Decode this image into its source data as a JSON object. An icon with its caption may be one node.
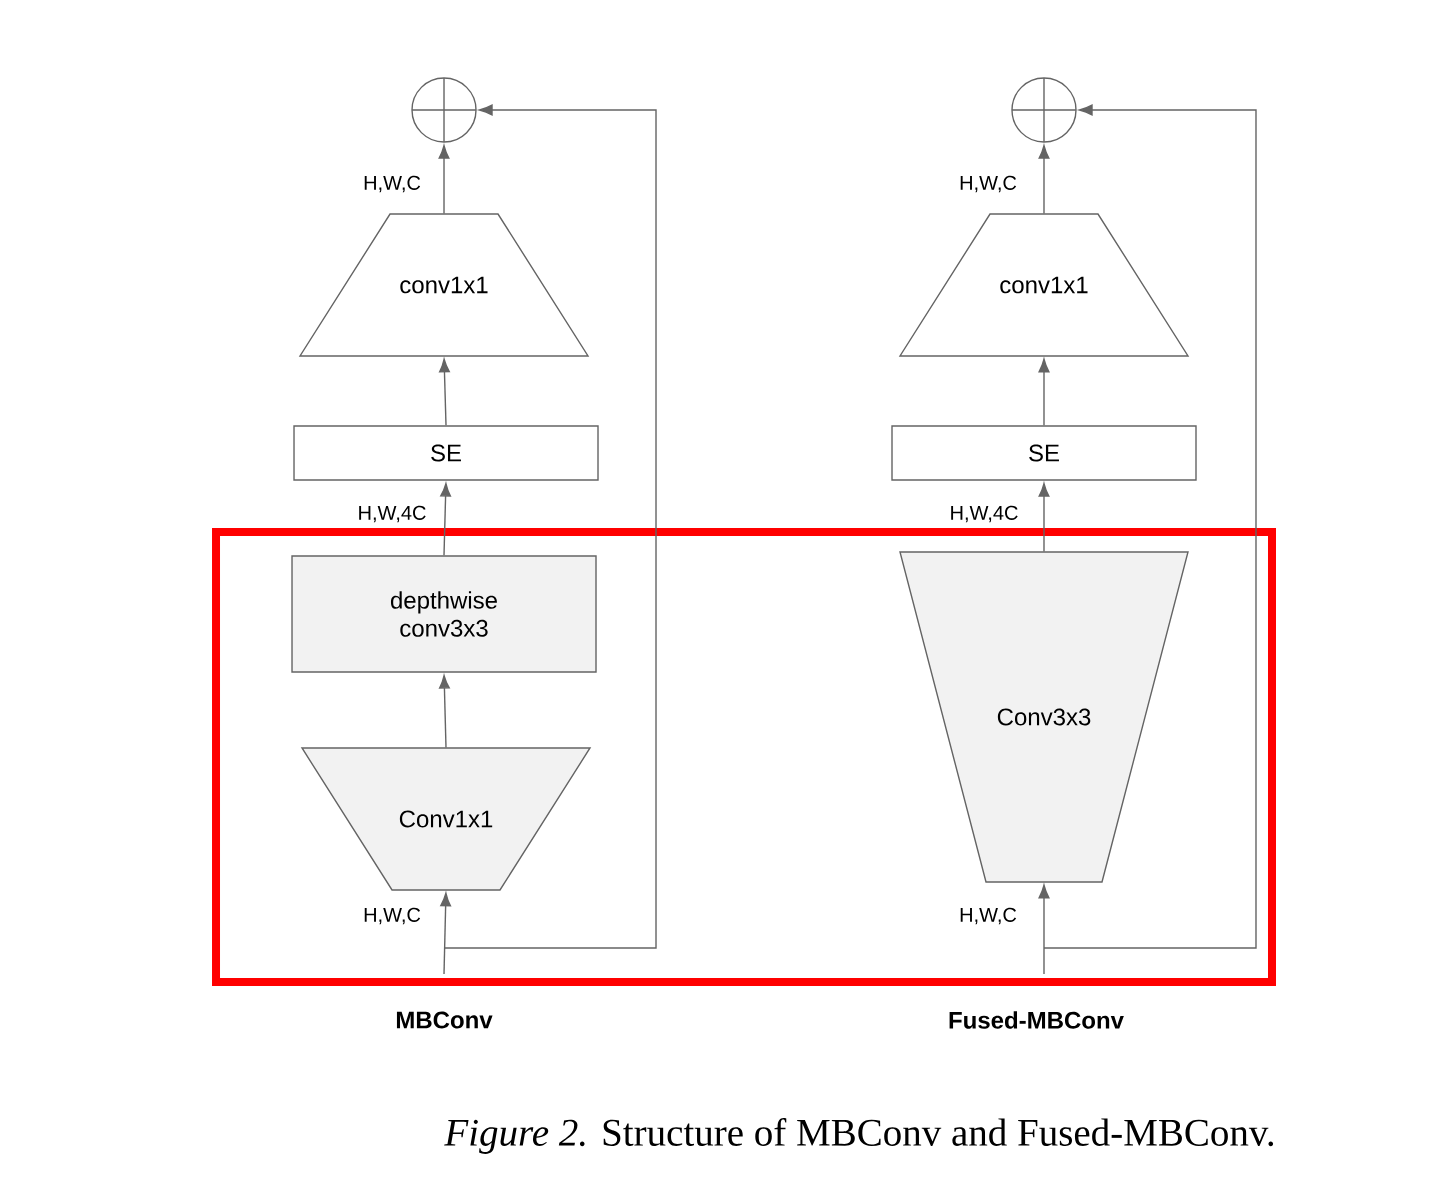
{
  "diagram": {
    "caption": "*Figure 2.* Structure of MBConv and Fused-MBConv.",
    "nodes": [
      {
        "text": [],
        "shape": "box"
      },
      {
        "text": [],
        "shape": "circle"
      },
      {
        "text": [
          "conv1x1"
        ]
      },
      {
        "text": [
          "SE"
        ]
      },
      {
        "text": [
          "depthwise conv3x3"
        ],
        "in": 0
      },
      {
        "text": [
          "Conv1x1"
        ],
        "in": 0
      },
      {
        "text": [],
        "shape": "circle"
      },
      {
        "text": [
          "conv1x1"
        ]
      },
      {
        "text": [
          "SE"
        ]
      },
      {
        "text": [
          "Conv3x3"
        ],
        "in": 0
      }
    ],
    "edges": [
      {
        "from": 2,
        "to": 1,
        "arrow": "to"
      },
      {
        "from": 3,
        "to": 2,
        "arrow": "to"
      },
      {
        "from": 4,
        "to": 3,
        "arrow": "to"
      },
      {
        "from": 5,
        "to": 4,
        "arrow": "to"
      },
      {
        "from": null,
        "to": 5,
        "arrow": "to"
      },
      {
        "from": null,
        "to": 1,
        "arrow": "to"
      },
      {
        "from": 7,
        "to": 6,
        "arrow": "to"
      },
      {
        "from": 8,
        "to": 7,
        "arrow": "to"
      },
      {
        "from": 9,
        "to": 8,
        "arrow": "to"
      },
      {
        "from": null,
        "to": 9,
        "arrow": "to"
      },
      {
        "from": null,
        "to": 6,
        "arrow": "to"
      }
    ],
    "labels": [
      "H,W,C",
      "H,W,C",
      "H,W,4C",
      "H,W,4C",
      "H,W,C",
      "H,W,C",
      "MBConv",
      "Fused-MBConv"
    ]
  }
}
